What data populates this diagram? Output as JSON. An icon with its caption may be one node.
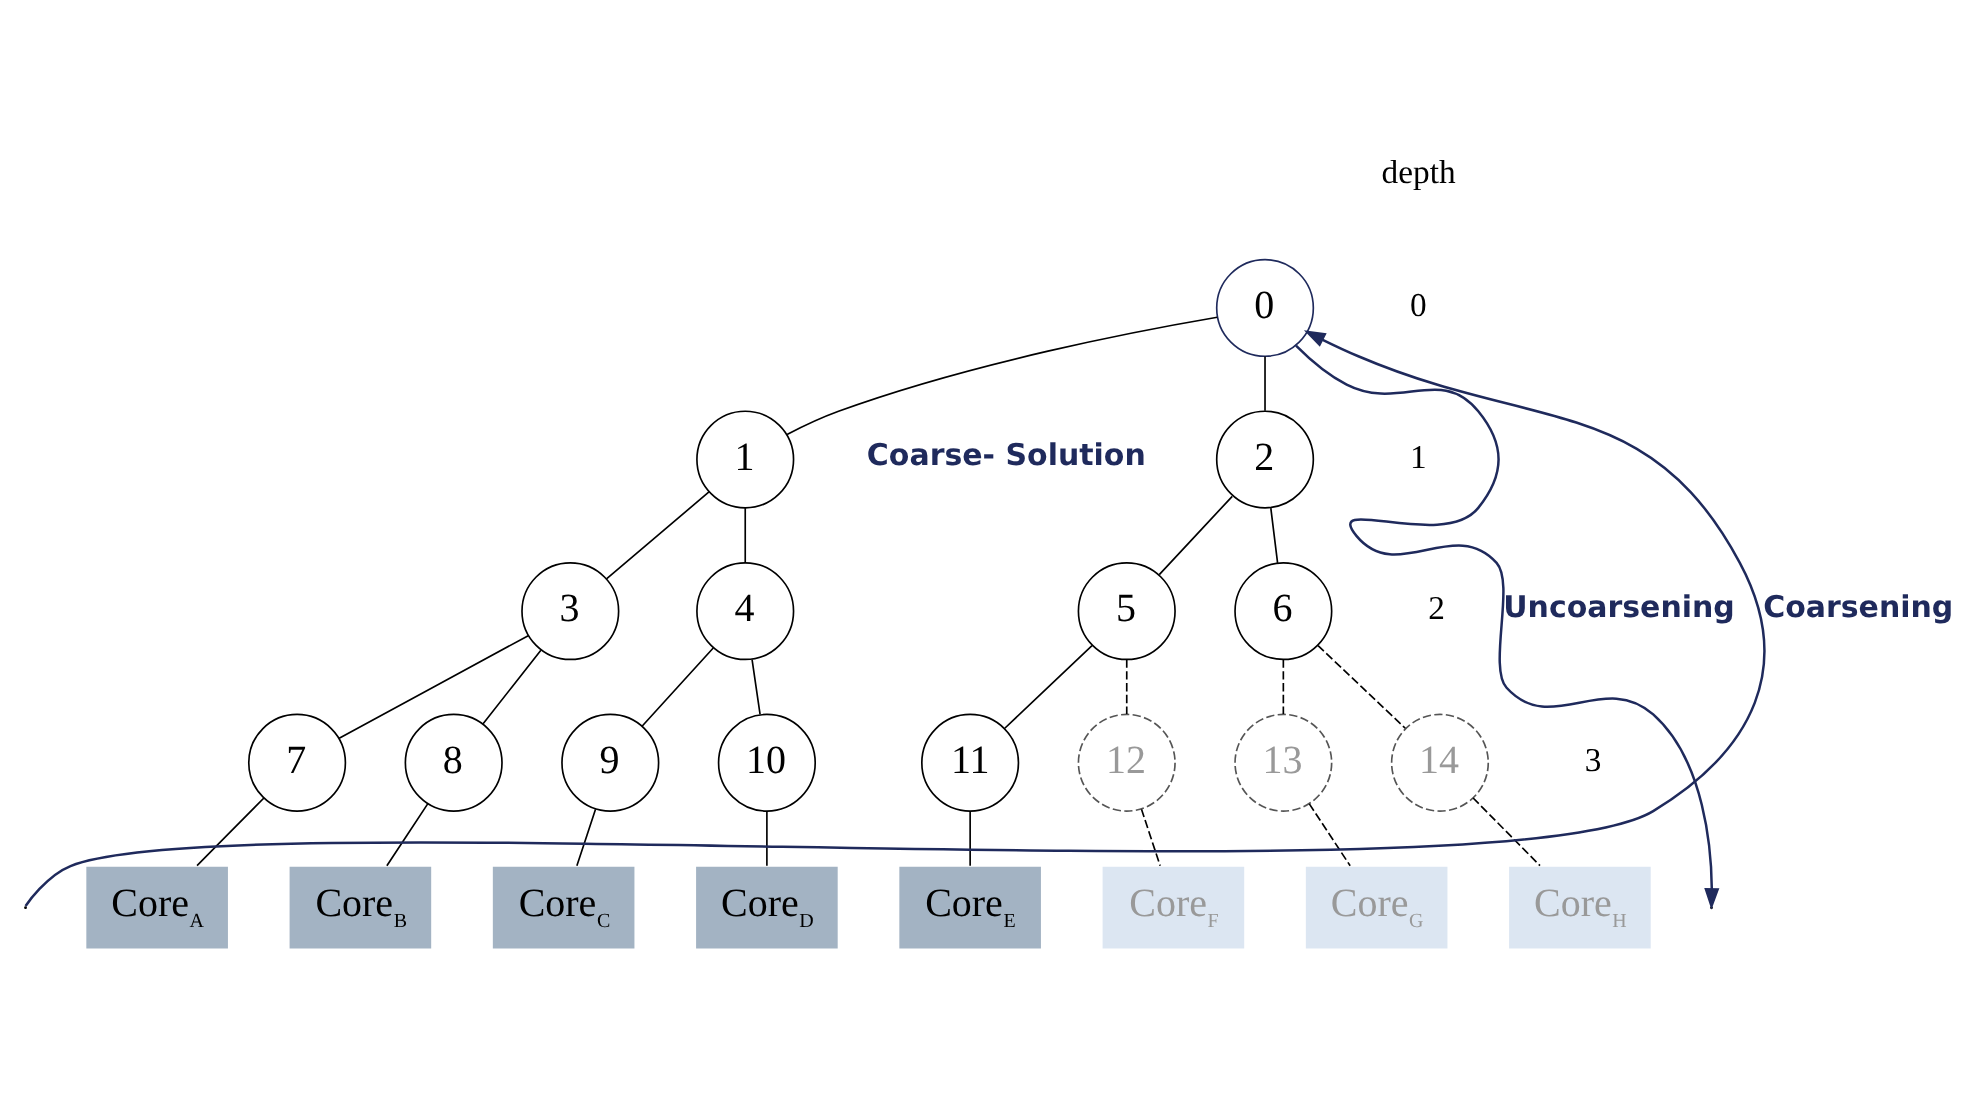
{
  "diagram": {
    "nodes": [
      {
        "text": [
          "0"
        ]
      },
      {
        "text": [
          "1"
        ]
      },
      {
        "text": [
          "2"
        ]
      },
      {
        "text": [
          "3"
        ]
      },
      {
        "text": [
          "4"
        ]
      },
      {
        "text": [
          "5"
        ]
      },
      {
        "text": [
          "6"
        ]
      },
      {
        "text": [
          "7"
        ]
      },
      {
        "text": [
          "8"
        ]
      },
      {
        "text": [
          "9"
        ]
      },
      {
        "text": [
          "10"
        ]
      },
      {
        "text": [
          "11"
        ]
      },
      {
        "text": [
          "12"
        ]
      },
      {
        "text": [
          "13"
        ]
      },
      {
        "text": [
          "14"
        ]
      },
      {
        "text": [
          "Core$_{A}$"
        ]
      },
      {
        "text": [
          "Core$_{B}$"
        ]
      },
      {
        "text": [
          "Core$_{C}$"
        ]
      },
      {
        "text": [
          "Core$_{D}$"
        ]
      },
      {
        "text": [
          "Core$_{E}$"
        ]
      },
      {
        "text": [
          "Core$_{F}$"
        ]
      },
      {
        "text": [
          "Core$_{G}$"
        ]
      },
      {
        "text": [
          "Core$_{H}$"
        ]
      }
    ],
    "edges": [
      {
        "from": 0,
        "to": 1,
        "arrow": "none"
      },
      {
        "from": 0,
        "to": 2,
        "arrow": "none"
      },
      {
        "from": 1,
        "to": 3,
        "arrow": "none"
      },
      {
        "from": 1,
        "to": 4,
        "arrow": "none"
      },
      {
        "from": 2,
        "to": 5,
        "arrow": "none"
      },
      {
        "from": 2,
        "to": 6,
        "arrow": "none"
      },
      {
        "from": 3,
        "to": 7,
        "arrow": "none"
      },
      {
        "from": 3,
        "to": 8,
        "arrow": "none"
      },
      {
        "from": 4,
        "to": 9,
        "arrow": "none"
      },
      {
        "from": 4,
        "to": 10,
        "arrow": "none"
      },
      {
        "from": 5,
        "to": 11,
        "arrow": "none"
      },
      {
        "from": 5,
        "to": 12,
        "arrow": "none",
        "style": "dashed"
      },
      {
        "from": 6,
        "to": 13,
        "arrow": "none",
        "style": "dashed"
      },
      {
        "from": 6,
        "to": 14,
        "arrow": "none",
        "style": "dashed"
      },
      {
        "from": 7,
        "to": 15,
        "arrow": "none"
      },
      {
        "from": 8,
        "to": 16,
        "arrow": "none"
      },
      {
        "from": 9,
        "to": 17,
        "arrow": "none"
      },
      {
        "from": 10,
        "to": 18,
        "arrow": "none"
      },
      {
        "from": 11,
        "to": 19,
        "arrow": "none"
      },
      {
        "from": 12,
        "to": 20,
        "arrow": "none",
        "style": "dashed"
      },
      {
        "from": 13,
        "to": 21,
        "arrow": "none",
        "style": "dashed"
      },
      {
        "from": 14,
        "to": 22,
        "arrow": "none",
        "style": "dashed"
      },
      {
        "from": null,
        "to": 0,
        "arrow": "to",
        "label": "Coarsening",
        "color": "#1f2a5c"
      },
      {
        "from": 0,
        "to": null,
        "arrow": "to",
        "label": "Uncoarsening",
        "color": "#1f2a5c"
      }
    ],
    "labels": [
      "depth",
      "0",
      "1",
      "2",
      "3",
      "Coarse- Solution"
    ]
  }
}
